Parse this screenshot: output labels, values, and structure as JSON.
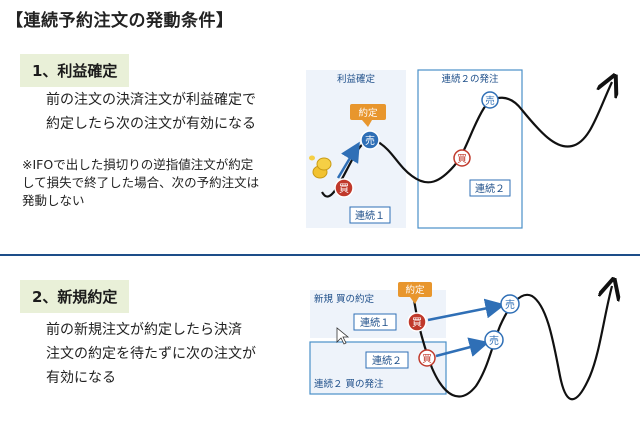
{
  "title": "【連続予約注文の発動条件】",
  "section1": {
    "label": "1、利益確定",
    "description": [
      "前の注文の決済注文が利益確定で",
      "約定したら次の注文が有効になる"
    ],
    "note": [
      "※IFOで出した損切りの逆指値注文が約定",
      "して損失で終了した場合、次の予約注文は",
      "発動しない"
    ],
    "diagram": {
      "panel_left_label": "利益確定",
      "panel_right_label": "連続２の発注",
      "callout_filled": "約定",
      "badge_sell": "売",
      "badge_buy": "買",
      "tag_chain1": "連続１",
      "tag_chain2": "連続２"
    }
  },
  "section2": {
    "label": "2、新規約定",
    "description": [
      "前の新規注文が約定したら決済",
      "注文の約定を待たずに次の注文が",
      "有効になる"
    ],
    "diagram": {
      "panel_top_label": "新規 買の約定",
      "panel_bottom_label": "連続２ 買の発注",
      "callout_filled": "約定",
      "badge_sell": "売",
      "badge_buy": "買",
      "tag_chain1": "連続１",
      "tag_chain2": "連続２"
    }
  },
  "colors": {
    "accent_blue": "#1d4e89",
    "arrow_blue": "#2f6fb6",
    "panel_fill": "#eef3fa",
    "panel_border": "#4a90c8",
    "buy_red": "#c0392b",
    "sell_blue": "#2f6fb6",
    "callout_orange": "#e8962d",
    "label_bg": "#e9f0d8"
  }
}
